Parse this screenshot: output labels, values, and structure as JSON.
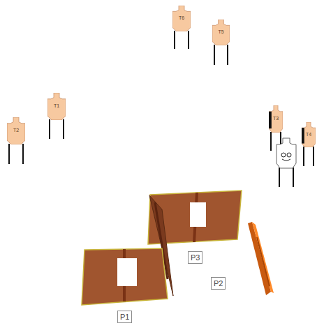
{
  "diagram": {
    "nodes": [
      {
        "text": [
          "T6"
        ]
      },
      {
        "text": [
          "T5"
        ]
      },
      {
        "text": [
          "T1"
        ]
      },
      {
        "text": [
          "T3"
        ]
      },
      {
        "text": [
          "T2"
        ]
      },
      {
        "text": [
          "T4"
        ]
      },
      {
        "text": [
          "P3"
        ]
      },
      {
        "text": [
          "P2"
        ]
      },
      {
        "text": [
          "P1"
        ]
      }
    ]
  }
}
